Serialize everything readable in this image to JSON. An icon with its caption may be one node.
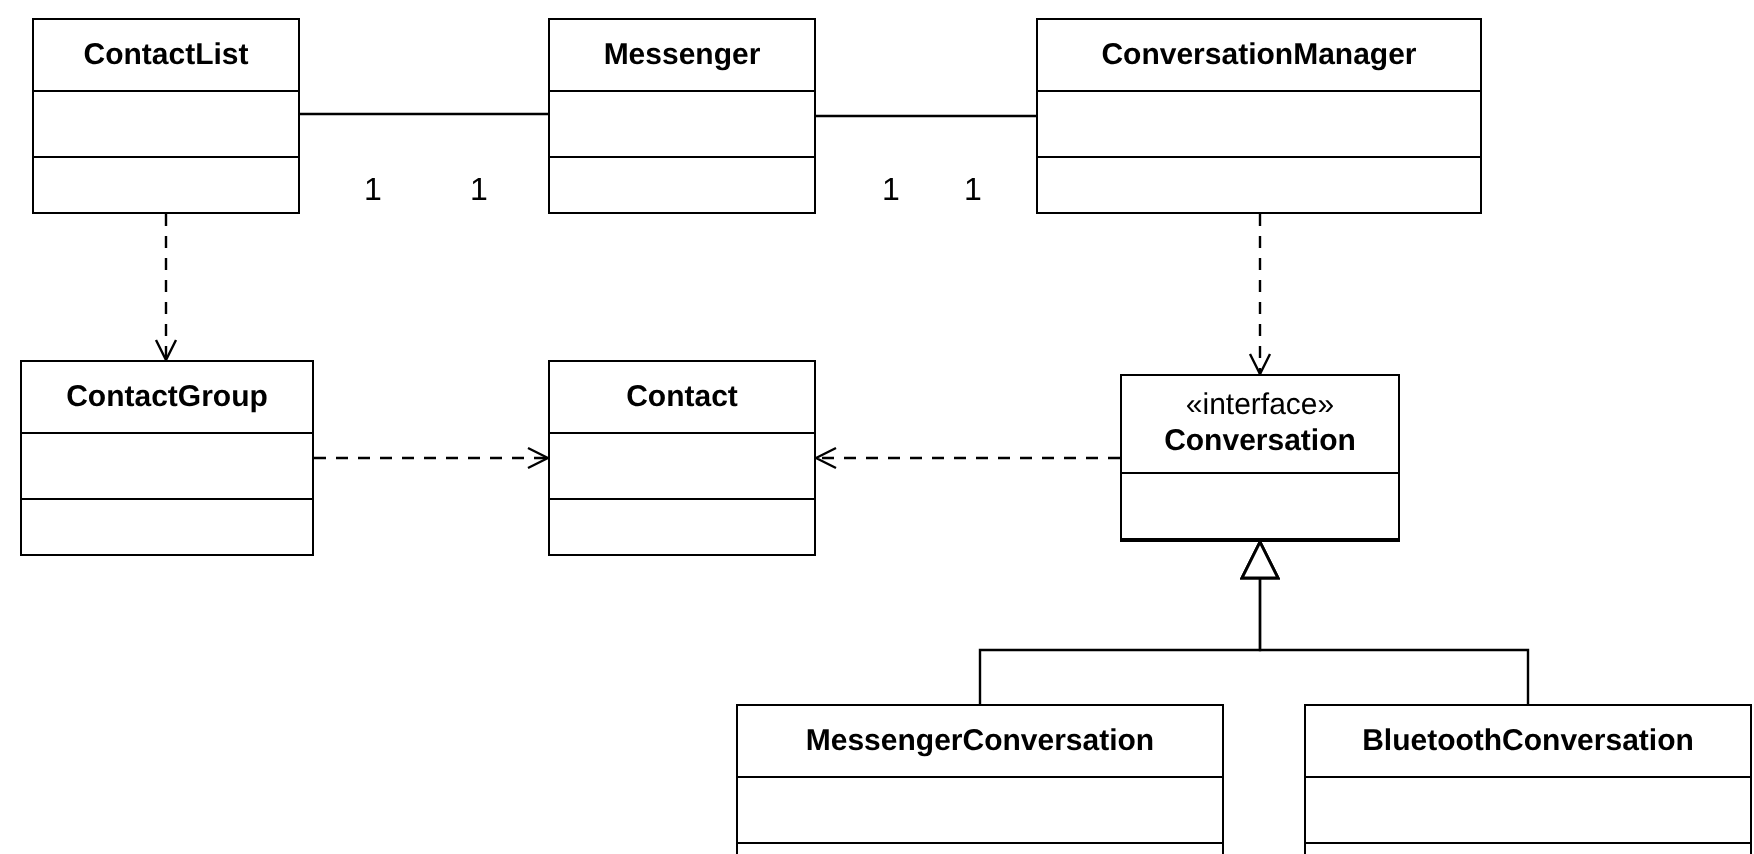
{
  "diagram": {
    "nodes": [
      {
        "text": [
          "ContactList"
        ]
      },
      {
        "text": [
          "Messenger"
        ]
      },
      {
        "text": [
          "ConversationManager"
        ]
      },
      {
        "text": [
          "ContactGroup"
        ]
      },
      {
        "text": [
          "Contact"
        ]
      },
      {
        "text": [
          "«interface»",
          "Conversation"
        ]
      },
      {
        "text": [
          "MessengerConversation"
        ]
      },
      {
        "text": [
          "BluetoothConversation"
        ]
      }
    ],
    "edges": [
      {
        "from": 0,
        "to": 1,
        "arrow": "none"
      },
      {
        "from": 1,
        "to": 2,
        "arrow": "none"
      },
      {
        "from": 0,
        "to": 3,
        "arrow": "to",
        "style": "dashed"
      },
      {
        "from": 3,
        "to": 4,
        "arrow": "to",
        "style": "dashed"
      },
      {
        "from": 5,
        "to": 4,
        "arrow": "to",
        "style": "dashed"
      },
      {
        "from": 2,
        "to": 5,
        "arrow": "to",
        "style": "dashed"
      },
      {
        "from": 6,
        "to": 5,
        "arrow": "to"
      },
      {
        "from": 7,
        "to": 5,
        "arrow": "to"
      }
    ],
    "labels": [
      "1",
      "1",
      "1",
      "1"
    ]
  }
}
